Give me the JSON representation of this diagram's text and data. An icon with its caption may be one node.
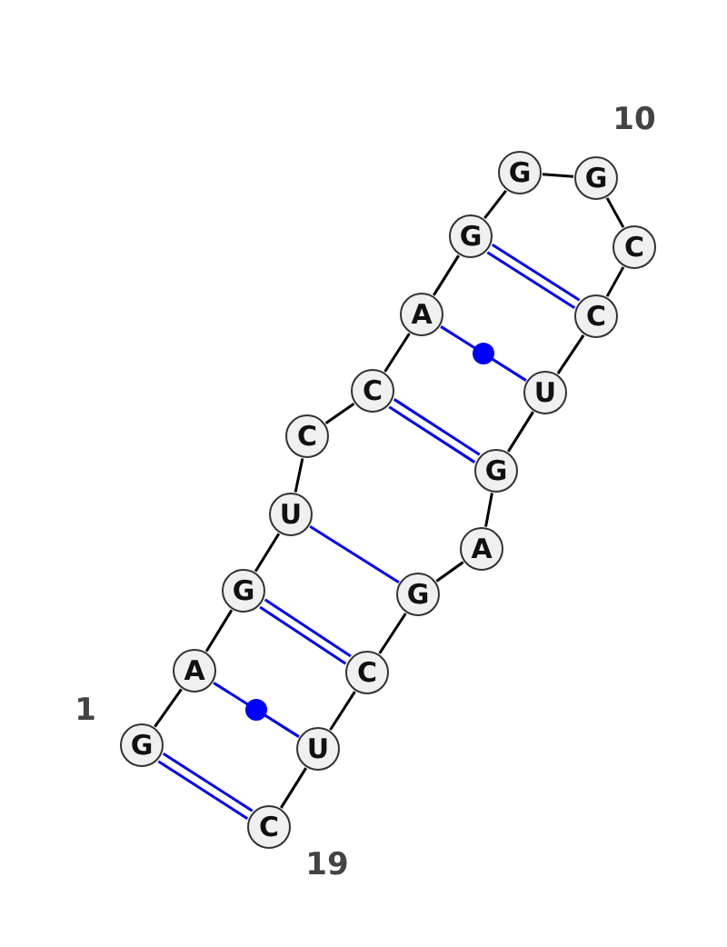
{
  "diagram": {
    "nodes": [
      {
        "text": [
          "G"
        ]
      },
      {
        "text": [
          "A"
        ]
      },
      {
        "text": [
          "G"
        ]
      },
      {
        "text": [
          "U"
        ]
      },
      {
        "text": [
          "C"
        ]
      },
      {
        "text": [
          "C"
        ]
      },
      {
        "text": [
          "A"
        ]
      },
      {
        "text": [
          "G"
        ]
      },
      {
        "text": [
          "G"
        ]
      },
      {
        "text": [
          "G"
        ]
      },
      {
        "text": [
          "C"
        ]
      },
      {
        "text": [
          "C"
        ]
      },
      {
        "text": [
          "U"
        ]
      },
      {
        "text": [
          "G"
        ]
      },
      {
        "text": [
          "A"
        ]
      },
      {
        "text": [
          "G"
        ]
      },
      {
        "text": [
          "C"
        ]
      },
      {
        "text": [
          "U"
        ]
      },
      {
        "text": [
          "C"
        ]
      }
    ],
    "edges": [
      {
        "from": 0,
        "to": 1,
        "arrow": "none"
      },
      {
        "from": 1,
        "to": 2,
        "arrow": "none"
      },
      {
        "from": 2,
        "to": 3,
        "arrow": "none"
      },
      {
        "from": 3,
        "to": 4,
        "arrow": "none"
      },
      {
        "from": 4,
        "to": 5,
        "arrow": "none"
      },
      {
        "from": 5,
        "to": 6,
        "arrow": "none"
      },
      {
        "from": 6,
        "to": 7,
        "arrow": "none"
      },
      {
        "from": 7,
        "to": 8,
        "arrow": "none"
      },
      {
        "from": 8,
        "to": 9,
        "arrow": "none"
      },
      {
        "from": 9,
        "to": 10,
        "arrow": "none"
      },
      {
        "from": 10,
        "to": 11,
        "arrow": "none"
      },
      {
        "from": 11,
        "to": 12,
        "arrow": "none"
      },
      {
        "from": 12,
        "to": 13,
        "arrow": "none"
      },
      {
        "from": 13,
        "to": 14,
        "arrow": "none"
      },
      {
        "from": 14,
        "to": 15,
        "arrow": "none"
      },
      {
        "from": 15,
        "to": 16,
        "arrow": "none"
      },
      {
        "from": 16,
        "to": 17,
        "arrow": "none"
      },
      {
        "from": 17,
        "to": 18,
        "arrow": "none"
      },
      {
        "from": 0,
        "to": 18,
        "arrow": "none",
        "color": "#0000ff"
      },
      {
        "from": 1,
        "to": 17,
        "arrow": "none",
        "color": "#0000ff"
      },
      {
        "from": 2,
        "to": 16,
        "arrow": "none",
        "color": "#0000ff"
      },
      {
        "from": 3,
        "to": 15,
        "arrow": "none",
        "color": "#0000ff"
      },
      {
        "from": 5,
        "to": 13,
        "arrow": "none",
        "color": "#0000ff"
      },
      {
        "from": 6,
        "to": 12,
        "arrow": "none",
        "color": "#0000ff"
      },
      {
        "from": 7,
        "to": 11,
        "arrow": "none",
        "color": "#0000ff"
      }
    ],
    "labels": [
      "10",
      "1",
      "19"
    ]
  }
}
